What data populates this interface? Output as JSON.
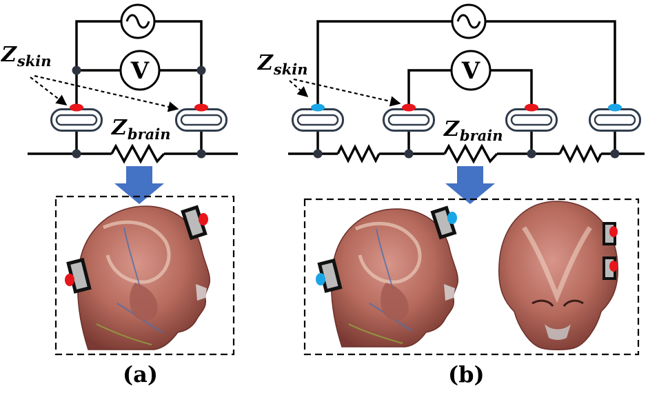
{
  "panels": [
    {
      "id": "a",
      "caption": "(a)",
      "voltmeter_symbol": "V",
      "z_skin": {
        "main": "Z",
        "sub": "skin"
      },
      "z_brain": {
        "main": "Z",
        "sub": "brain"
      }
    },
    {
      "id": "b",
      "caption": "(b)",
      "voltmeter_symbol": "V",
      "z_skin": {
        "main": "Z",
        "sub": "skin"
      },
      "z_brain": {
        "main": "Z",
        "sub": "brain"
      }
    }
  ],
  "colors": {
    "wire": "#000000",
    "node": "#2e3440",
    "electrode_frame": "#2f3b4c",
    "voltage_contact": "#e8151b",
    "current_contact": "#1aa6e6",
    "arrow": "#4472c4",
    "skin": "#b56a5c",
    "skin_dark": "#7a3a33"
  },
  "icons": [
    "ac-source-icon",
    "voltmeter-icon",
    "resistor-icon",
    "electrode-icon",
    "head-side-icon",
    "head-back-icon",
    "down-arrow-icon"
  ]
}
